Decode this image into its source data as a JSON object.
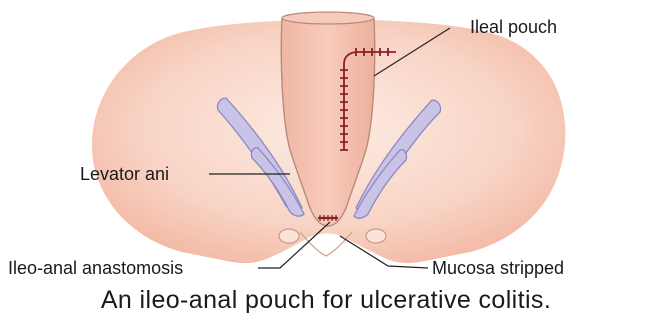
{
  "labels": {
    "ileal_pouch": "Ileal pouch",
    "levator_ani": "Levator ani",
    "ileo_anal_anastomosis": "Ileo-anal anastomosis",
    "mucosa_stripped": "Mucosa stripped"
  },
  "caption": "An ileo-anal pouch for ulcerative colitis.",
  "colors": {
    "tissue_outer": "#f6c8b8",
    "tissue_inner": "#fbe3d8",
    "pouch": "#f3b9a7",
    "pouch_outline": "#b98a7a",
    "muscle": "#c9c3e6",
    "muscle_outline": "#8d88c2",
    "suture": "#8a1f2a"
  }
}
